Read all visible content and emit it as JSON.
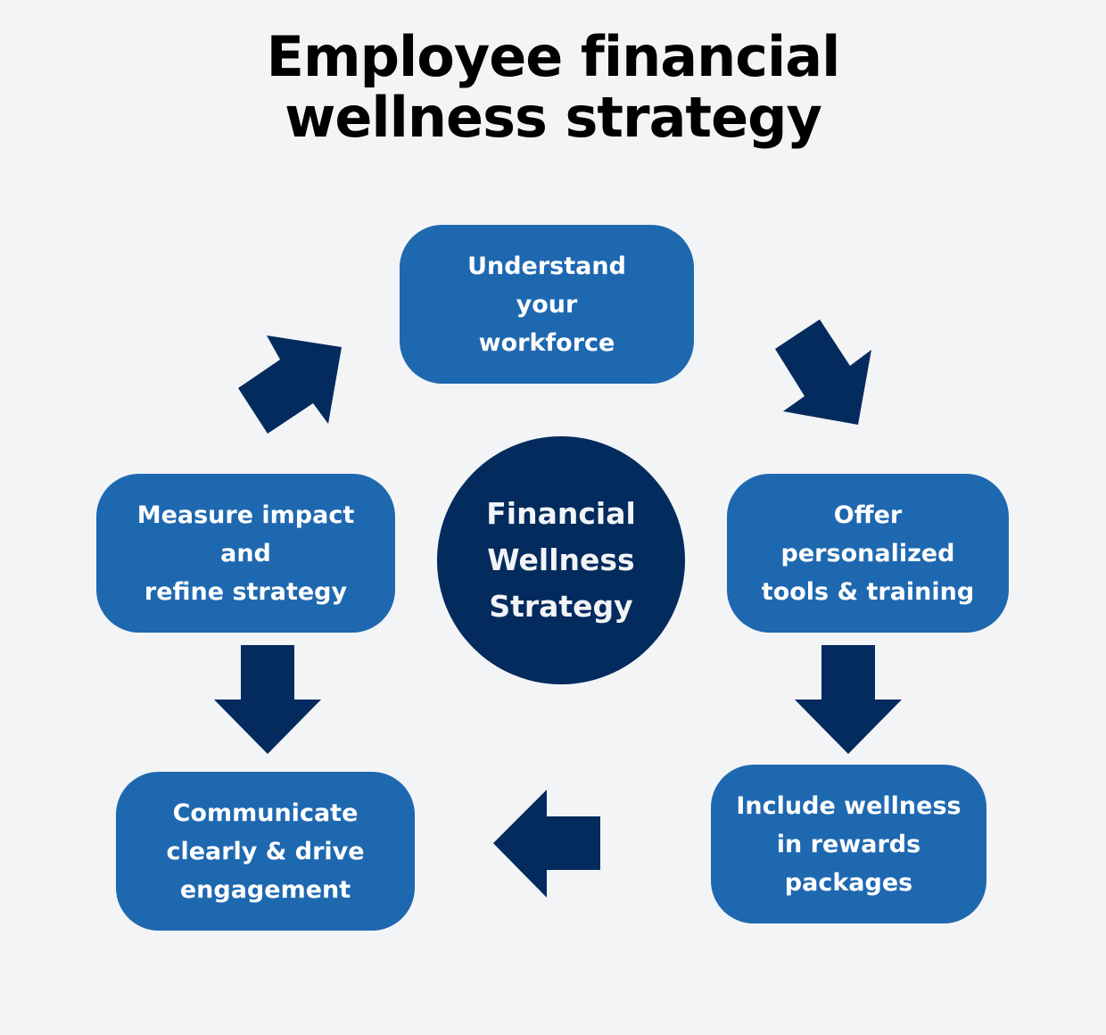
{
  "title": {
    "line1": "Employee financial",
    "line2": "wellness strategy"
  },
  "center": {
    "lines": [
      "Financial",
      "Wellness",
      "Strategy"
    ]
  },
  "steps": [
    {
      "id": "understand",
      "lines": [
        "Understand",
        "your",
        "workforce"
      ]
    },
    {
      "id": "offer",
      "lines": [
        "Offer",
        "personalized",
        "tools & training"
      ]
    },
    {
      "id": "include",
      "lines": [
        "Include wellness",
        "in rewards",
        "packages"
      ]
    },
    {
      "id": "communicate",
      "lines": [
        "Communicate",
        "clearly & drive",
        "engagement"
      ]
    },
    {
      "id": "measure",
      "lines": [
        "Measure impact",
        "and",
        "refine strategy"
      ]
    }
  ],
  "arrows": [
    {
      "from": "understand",
      "to": "offer",
      "direction": "down-right"
    },
    {
      "from": "offer",
      "to": "include",
      "direction": "down"
    },
    {
      "from": "include",
      "to": "communicate",
      "direction": "left"
    },
    {
      "from": "measure",
      "to": "communicate",
      "direction": "down"
    },
    {
      "from": "measure",
      "to": "understand",
      "direction": "up-right"
    }
  ],
  "colors": {
    "background": "#f3f4f6",
    "box": "#1e68b0",
    "center": "#032b5e",
    "arrow": "#032b5e",
    "box_text": "#ffffff",
    "title_text": "#000000"
  }
}
